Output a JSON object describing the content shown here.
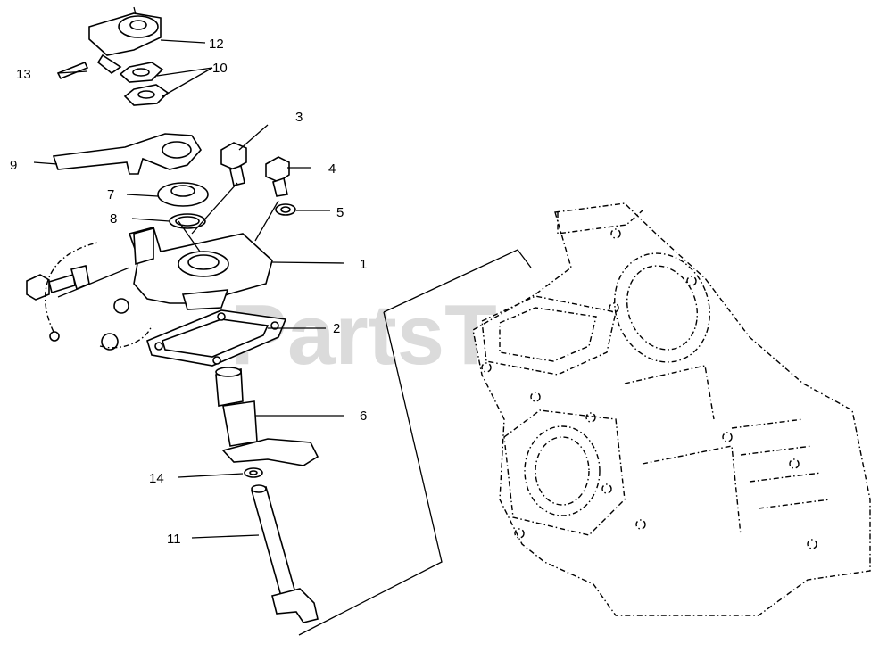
{
  "watermark": "PartsTree",
  "callouts": [
    "1",
    "2",
    "3",
    "4",
    "5",
    "6",
    "7",
    "8",
    "9",
    "10",
    "11",
    "12",
    "13",
    "14"
  ]
}
